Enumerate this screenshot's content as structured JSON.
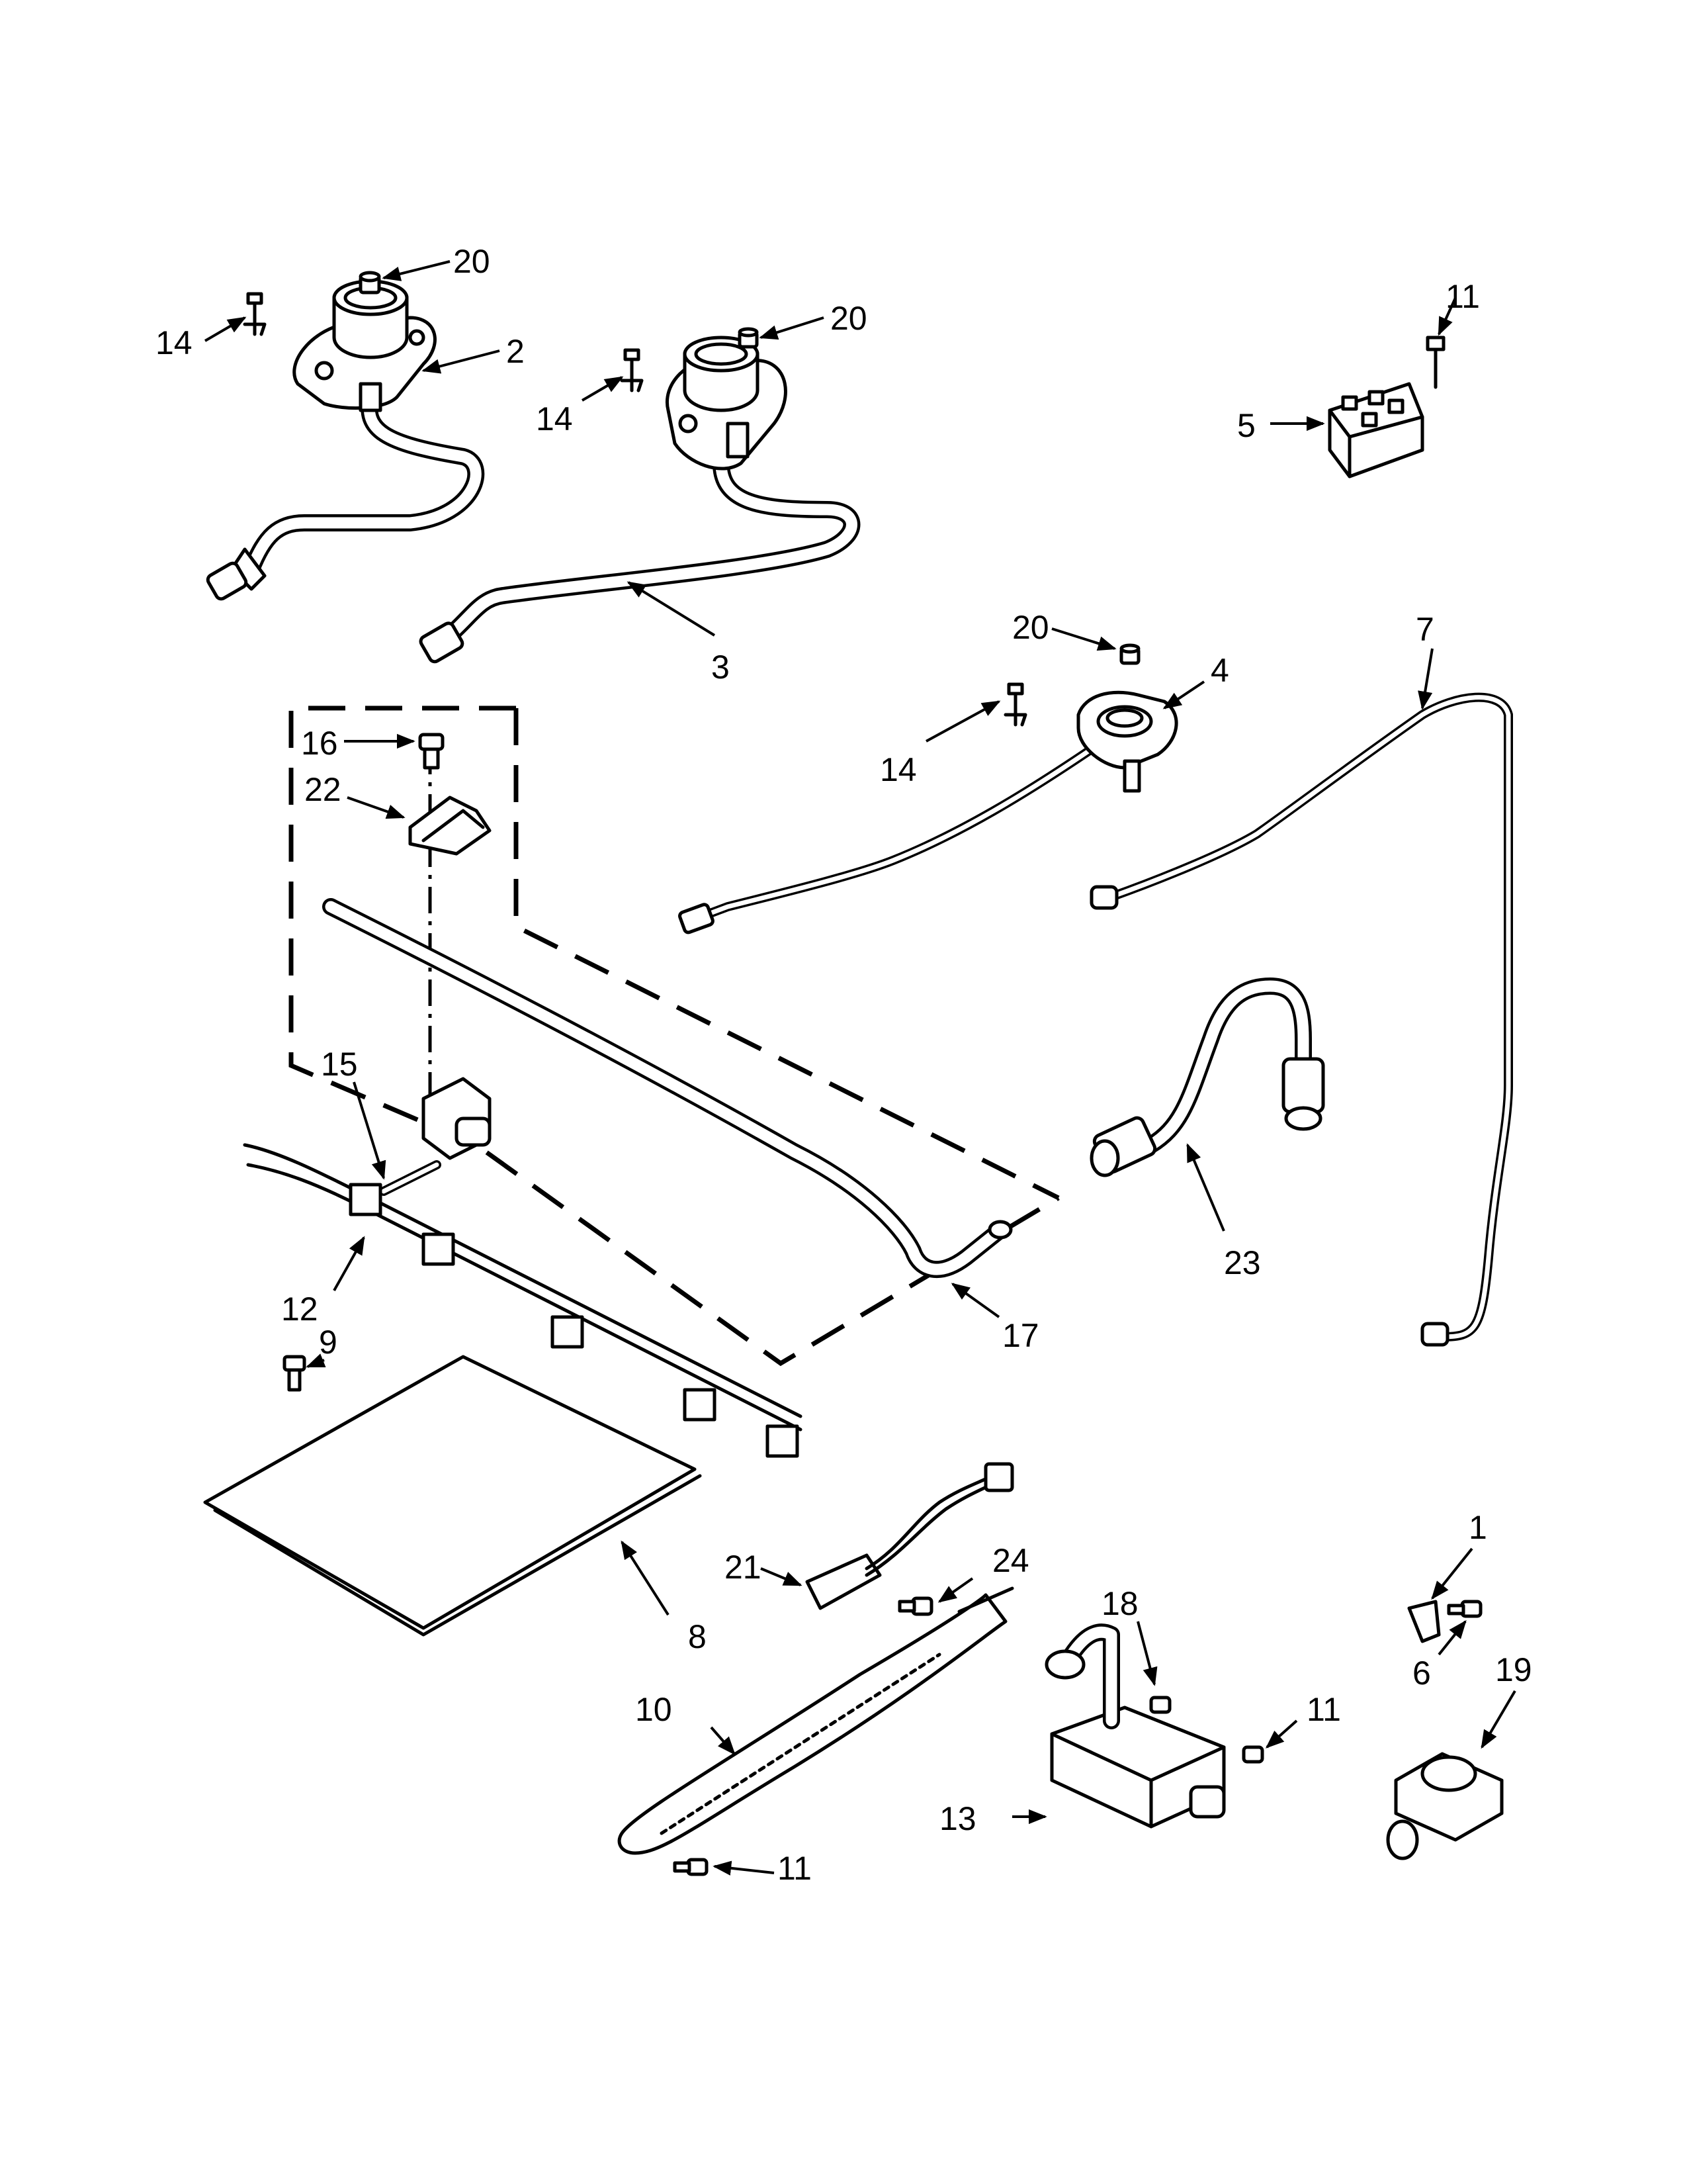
{
  "callouts": [
    {
      "id": "c1",
      "text": "1"
    },
    {
      "id": "c2",
      "text": "2"
    },
    {
      "id": "c3",
      "text": "3"
    },
    {
      "id": "c4",
      "text": "4"
    },
    {
      "id": "c5",
      "text": "5"
    },
    {
      "id": "c6",
      "text": "6"
    },
    {
      "id": "c7",
      "text": "7"
    },
    {
      "id": "c8",
      "text": "8"
    },
    {
      "id": "c9",
      "text": "9"
    },
    {
      "id": "c10",
      "text": "10"
    },
    {
      "id": "c11a",
      "text": "11"
    },
    {
      "id": "c11b",
      "text": "11"
    },
    {
      "id": "c11c",
      "text": "11"
    },
    {
      "id": "c12",
      "text": "12"
    },
    {
      "id": "c13",
      "text": "13"
    },
    {
      "id": "c14a",
      "text": "14"
    },
    {
      "id": "c14b",
      "text": "14"
    },
    {
      "id": "c14c",
      "text": "14"
    },
    {
      "id": "c15",
      "text": "15"
    },
    {
      "id": "c16",
      "text": "16"
    },
    {
      "id": "c17",
      "text": "17"
    },
    {
      "id": "c18",
      "text": "18"
    },
    {
      "id": "c19",
      "text": "19"
    },
    {
      "id": "c20a",
      "text": "20"
    },
    {
      "id": "c20b",
      "text": "20"
    },
    {
      "id": "c20c",
      "text": "20"
    },
    {
      "id": "c21",
      "text": "21"
    },
    {
      "id": "c22",
      "text": "22"
    },
    {
      "id": "c23",
      "text": "23"
    },
    {
      "id": "c24",
      "text": "24"
    }
  ]
}
